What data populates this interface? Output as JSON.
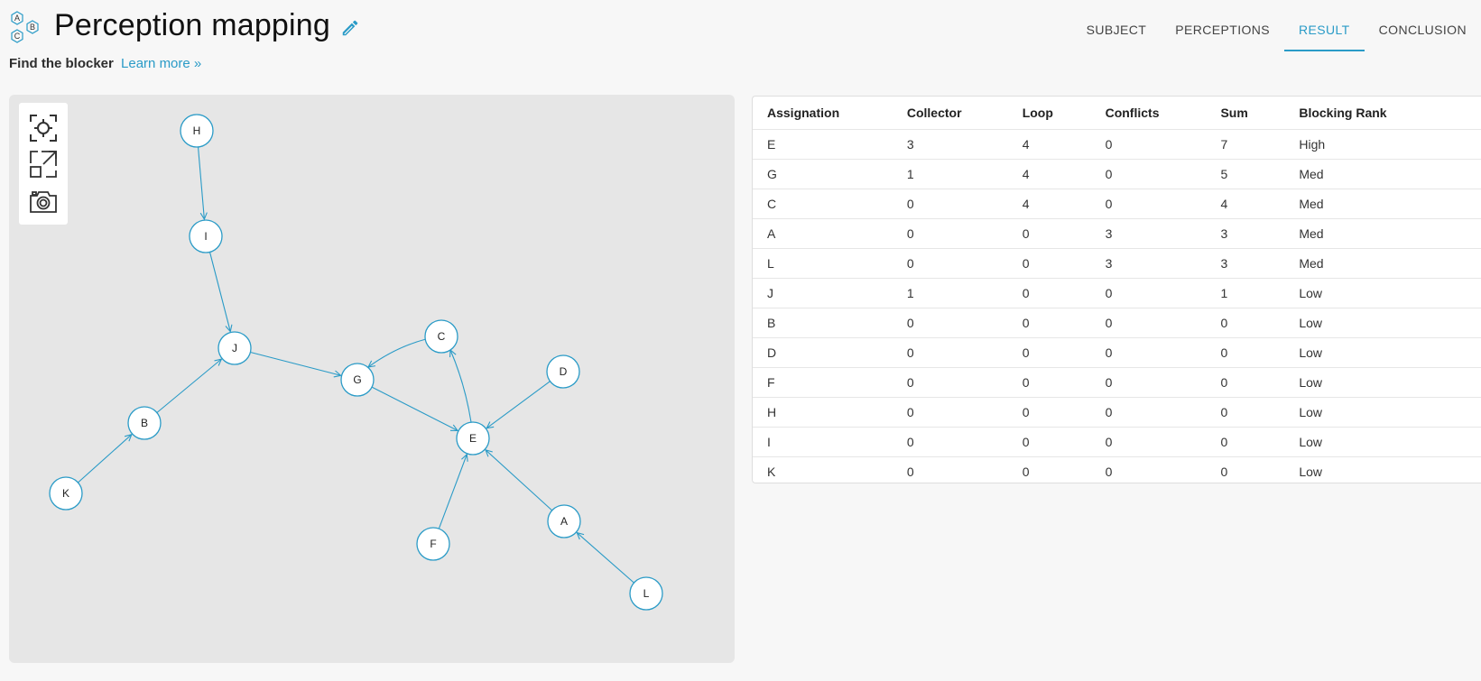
{
  "header": {
    "title": "Perception mapping",
    "subtitle": "Find the blocker",
    "learn_more": "Learn more »",
    "logo_letters": [
      "A",
      "B",
      "C"
    ]
  },
  "tabs": [
    {
      "label": "SUBJECT",
      "active": false
    },
    {
      "label": "PERCEPTIONS",
      "active": false
    },
    {
      "label": "RESULT",
      "active": true
    },
    {
      "label": "CONCLUSION",
      "active": false
    }
  ],
  "toolbar": {
    "icons": [
      "recenter-icon",
      "fit-screen-icon",
      "camera-icon"
    ]
  },
  "graph": {
    "nodes": [
      "H",
      "I",
      "J",
      "C",
      "G",
      "D",
      "B",
      "E",
      "K",
      "A",
      "F",
      "L"
    ],
    "edges": [
      {
        "from": "H",
        "to": "I"
      },
      {
        "from": "I",
        "to": "J"
      },
      {
        "from": "B",
        "to": "J"
      },
      {
        "from": "K",
        "to": "B"
      },
      {
        "from": "J",
        "to": "G"
      },
      {
        "from": "C",
        "to": "G"
      },
      {
        "from": "G",
        "to": "E"
      },
      {
        "from": "E",
        "to": "C"
      },
      {
        "from": "D",
        "to": "E"
      },
      {
        "from": "F",
        "to": "E"
      },
      {
        "from": "A",
        "to": "E"
      },
      {
        "from": "L",
        "to": "A"
      }
    ]
  },
  "table": {
    "headers": [
      "Assignation",
      "Collector",
      "Loop",
      "Conflicts",
      "Sum",
      "Blocking Rank"
    ],
    "rows": [
      [
        "E",
        "3",
        "4",
        "0",
        "7",
        "High"
      ],
      [
        "G",
        "1",
        "4",
        "0",
        "5",
        "Med"
      ],
      [
        "C",
        "0",
        "4",
        "0",
        "4",
        "Med"
      ],
      [
        "A",
        "0",
        "0",
        "3",
        "3",
        "Med"
      ],
      [
        "L",
        "0",
        "0",
        "3",
        "3",
        "Med"
      ],
      [
        "J",
        "1",
        "0",
        "0",
        "1",
        "Low"
      ],
      [
        "B",
        "0",
        "0",
        "0",
        "0",
        "Low"
      ],
      [
        "D",
        "0",
        "0",
        "0",
        "0",
        "Low"
      ],
      [
        "F",
        "0",
        "0",
        "0",
        "0",
        "Low"
      ],
      [
        "H",
        "0",
        "0",
        "0",
        "0",
        "Low"
      ],
      [
        "I",
        "0",
        "0",
        "0",
        "0",
        "Low"
      ],
      [
        "K",
        "0",
        "0",
        "0",
        "0",
        "Low"
      ]
    ]
  },
  "colors": {
    "accent": "#2a9bc7",
    "graph_background": "#e6e6e6",
    "page_background": "#f7f7f7"
  }
}
